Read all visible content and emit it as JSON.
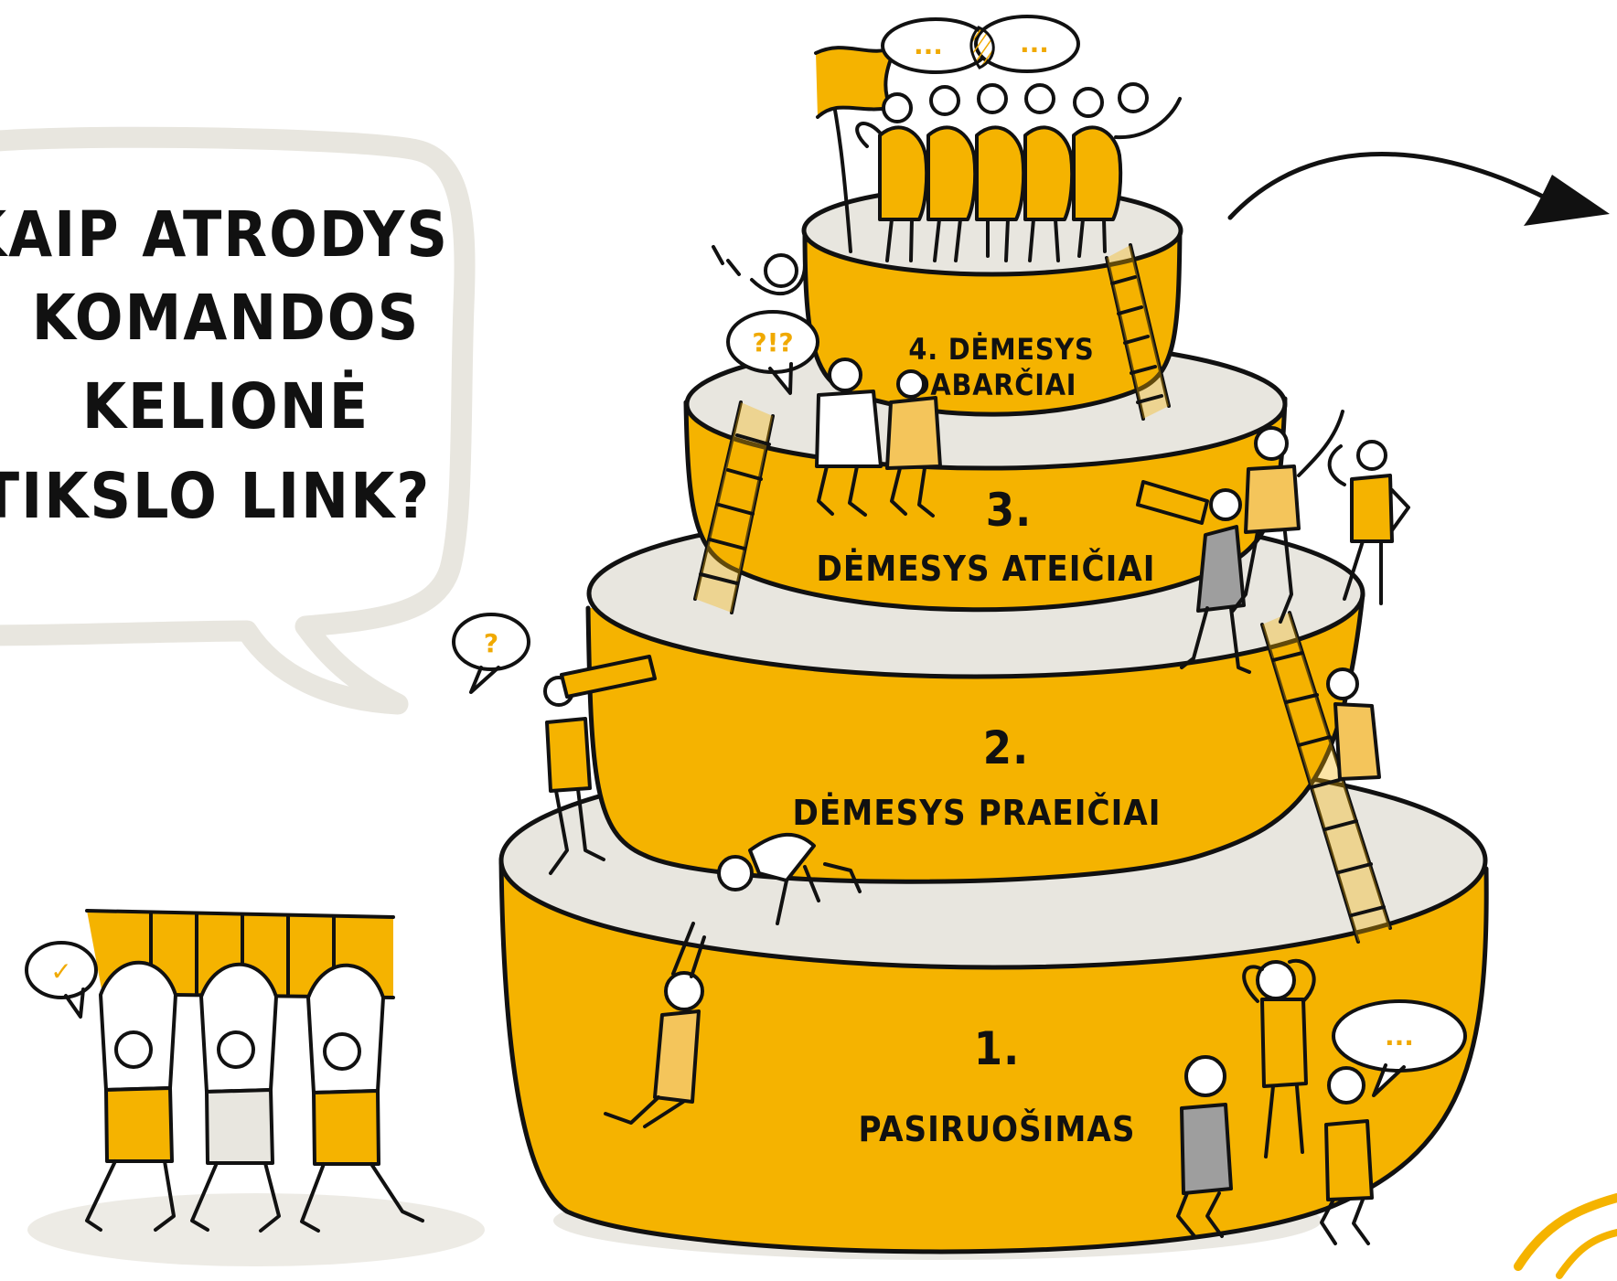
{
  "speech_bubble": {
    "lines": [
      "KAIP ATRODYS",
      "KOMANDOS",
      "KELIONĖ",
      "TIKSLO LINK?"
    ]
  },
  "tiers": {
    "tier1": {
      "number": "1.",
      "title": "PASIRUOŠIMAS"
    },
    "tier2": {
      "number": "2.",
      "title": "DĖMESYS PRAEIČIAI"
    },
    "tier3": {
      "number": "3.",
      "title": "DĖMESYS ATEIČIAI"
    },
    "tier4": {
      "title_line1": "4. DĖMESYS",
      "title_line2": "DABARČIAI"
    }
  },
  "small_bubbles": {
    "top_left": "...",
    "top_right": "...",
    "question": "?",
    "surprise": "?!?",
    "right": "...",
    "check": "✓"
  },
  "colors": {
    "gold": "#f5b300",
    "light_gold": "#f4c55b",
    "pale": "#e8e6df",
    "grey": "#9e9e9e",
    "ink": "#111111"
  }
}
